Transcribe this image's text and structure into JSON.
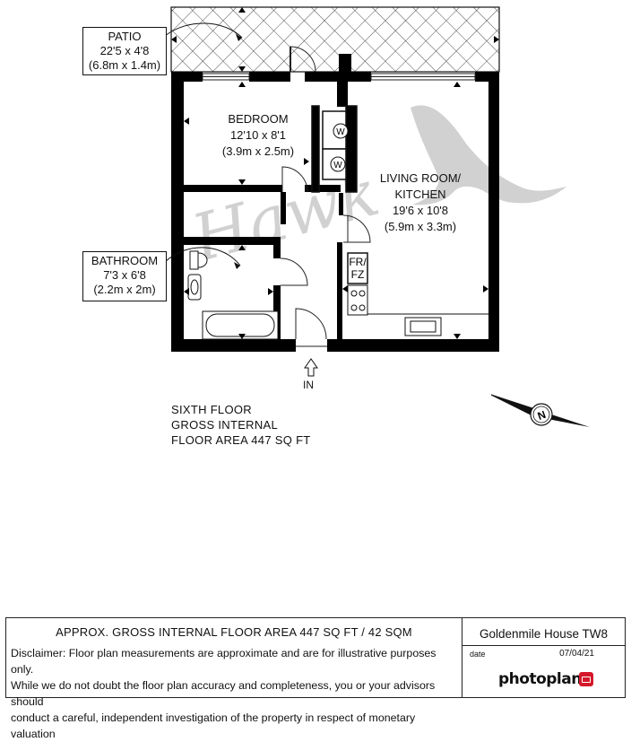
{
  "rooms": {
    "patio": {
      "name": "PATIO",
      "imperial": "22'5 x 4'8",
      "metric": "(6.8m x 1.4m)"
    },
    "bedroom": {
      "name": "BEDROOM",
      "imperial": "12'10 x 8'1",
      "metric": "(3.9m x 2.5m)"
    },
    "living": {
      "name1": "LIVING ROOM/",
      "name2": "KITCHEN",
      "imperial": "19'6 x 10'8",
      "metric": "(5.9m x 3.3m)"
    },
    "bathroom": {
      "name": "BATHROOM",
      "imperial": "7'3 x 6'8",
      "metric": "(2.2m x 2m)"
    }
  },
  "fixtures": {
    "washer": "W",
    "fridge1": "FR/",
    "fridge2": "FZ"
  },
  "entrance": "IN",
  "compass": "N",
  "floor_info": {
    "line1": "SIXTH FLOOR",
    "line2": "GROSS INTERNAL",
    "line3": "FLOOR AREA 447 SQ FT"
  },
  "footer": {
    "title": "APPROX. GROSS INTERNAL FLOOR AREA 447 SQ FT / 42 SQM",
    "disclaimer1": "Disclaimer: Floor plan measurements are approximate and are for illustrative purposes only.",
    "disclaimer2": "While we do not doubt the floor plan accuracy and completeness, you or your advisors should",
    "disclaimer3": "conduct a careful, independent investigation of the property in respect of monetary valuation",
    "property": "Goldenmile House TW8",
    "date_label": "date",
    "date": "07/04/21",
    "brand": "photoplan"
  },
  "watermark": "Hawk",
  "colors": {
    "wall": "#000000",
    "watermark": "#9a9a9a",
    "brand_red": "#d4182a"
  }
}
